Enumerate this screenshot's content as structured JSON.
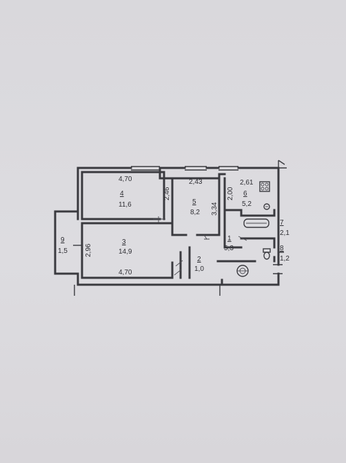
{
  "plan": {
    "dimensions": {
      "top_room4": "4,70",
      "top_room5": "2,43",
      "top_room6": "2,61",
      "room4_side": "2,46",
      "room6_side": "2,00",
      "room5_side": "3,34",
      "room3_side": "2,96",
      "bottom_room3": "4,70"
    },
    "rooms": [
      {
        "number": "4",
        "area": "11,6"
      },
      {
        "number": "5",
        "area": "8,2"
      },
      {
        "number": "6",
        "area": "5,2"
      },
      {
        "number": "3",
        "area": "14,9"
      },
      {
        "number": "1",
        "area": "5,3"
      },
      {
        "number": "2",
        "area": "1,0"
      },
      {
        "number": "7",
        "area": "2,1"
      },
      {
        "number": "8",
        "area": "1,2"
      },
      {
        "number": "9",
        "area": "1,5"
      }
    ],
    "fixtures": {
      "stove_icon": "gas-stove",
      "sink_icon": "sink",
      "bathtub_icon": "bathtub",
      "toilet_icon": "toilet",
      "riser_icon": "gas-riser"
    }
  }
}
